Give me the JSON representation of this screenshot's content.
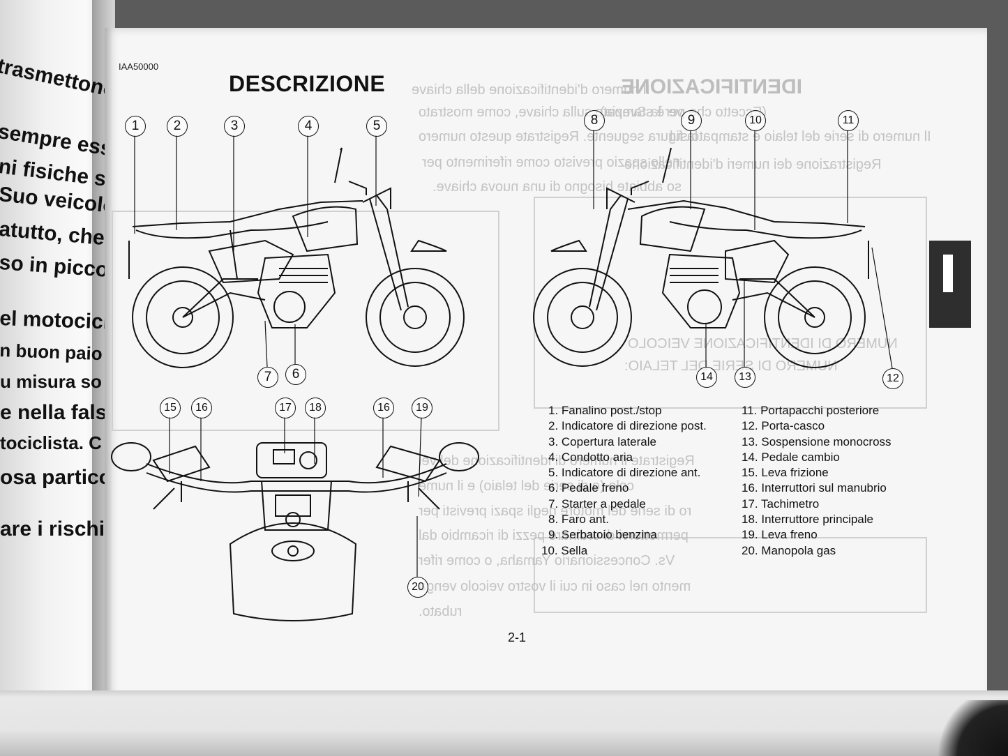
{
  "page": {
    "code": "IAA50000",
    "title": "DESCRIZIONE",
    "page_number": "2-1",
    "tab_letter": "I"
  },
  "left_page_fragments": [
    "trasmettono",
    "sempre esse",
    "ni fisiche sia",
    "Suo veicolo.",
    "atutto, che a",
    "so in piccolis",
    "el motociclist",
    "n buon paio",
    "u misura so",
    "e nella falsa",
    "tociclista. C",
    "osa particola",
    "are i rischi."
  ],
  "callouts": [
    "1",
    "2",
    "3",
    "4",
    "5",
    "6",
    "7",
    "8",
    "9",
    "10",
    "11",
    "12",
    "13",
    "14",
    "15",
    "16",
    "17",
    "18",
    "19",
    "20"
  ],
  "legend_left": [
    "1. Fanalino post./stop",
    "2. Indicatore di direzione post.",
    "3. Copertura laterale",
    "4. Condotto aria",
    "5. Indicatore di direzione ant.",
    "6. Pedale freno",
    "7. Starter a pedale",
    "8. Faro ant.",
    "9. Serbatoio benzina",
    "10. Sella"
  ],
  "legend_right": [
    "11. Portapacchi posteriore",
    "12. Porta-casco",
    "13. Sospensione monocross",
    "14. Pedale cambio",
    "15. Leva frizione",
    "16. Interruttori sul manubrio",
    "17. Tachimetro",
    "18. Interruttore principale",
    "19. Leva freno",
    "20. Manopola gas"
  ],
  "colors": {
    "paper": "#f6f6f6",
    "ink": "#111111",
    "tab": "#2e2e2e",
    "bleed_through": "#c3c3c3"
  }
}
